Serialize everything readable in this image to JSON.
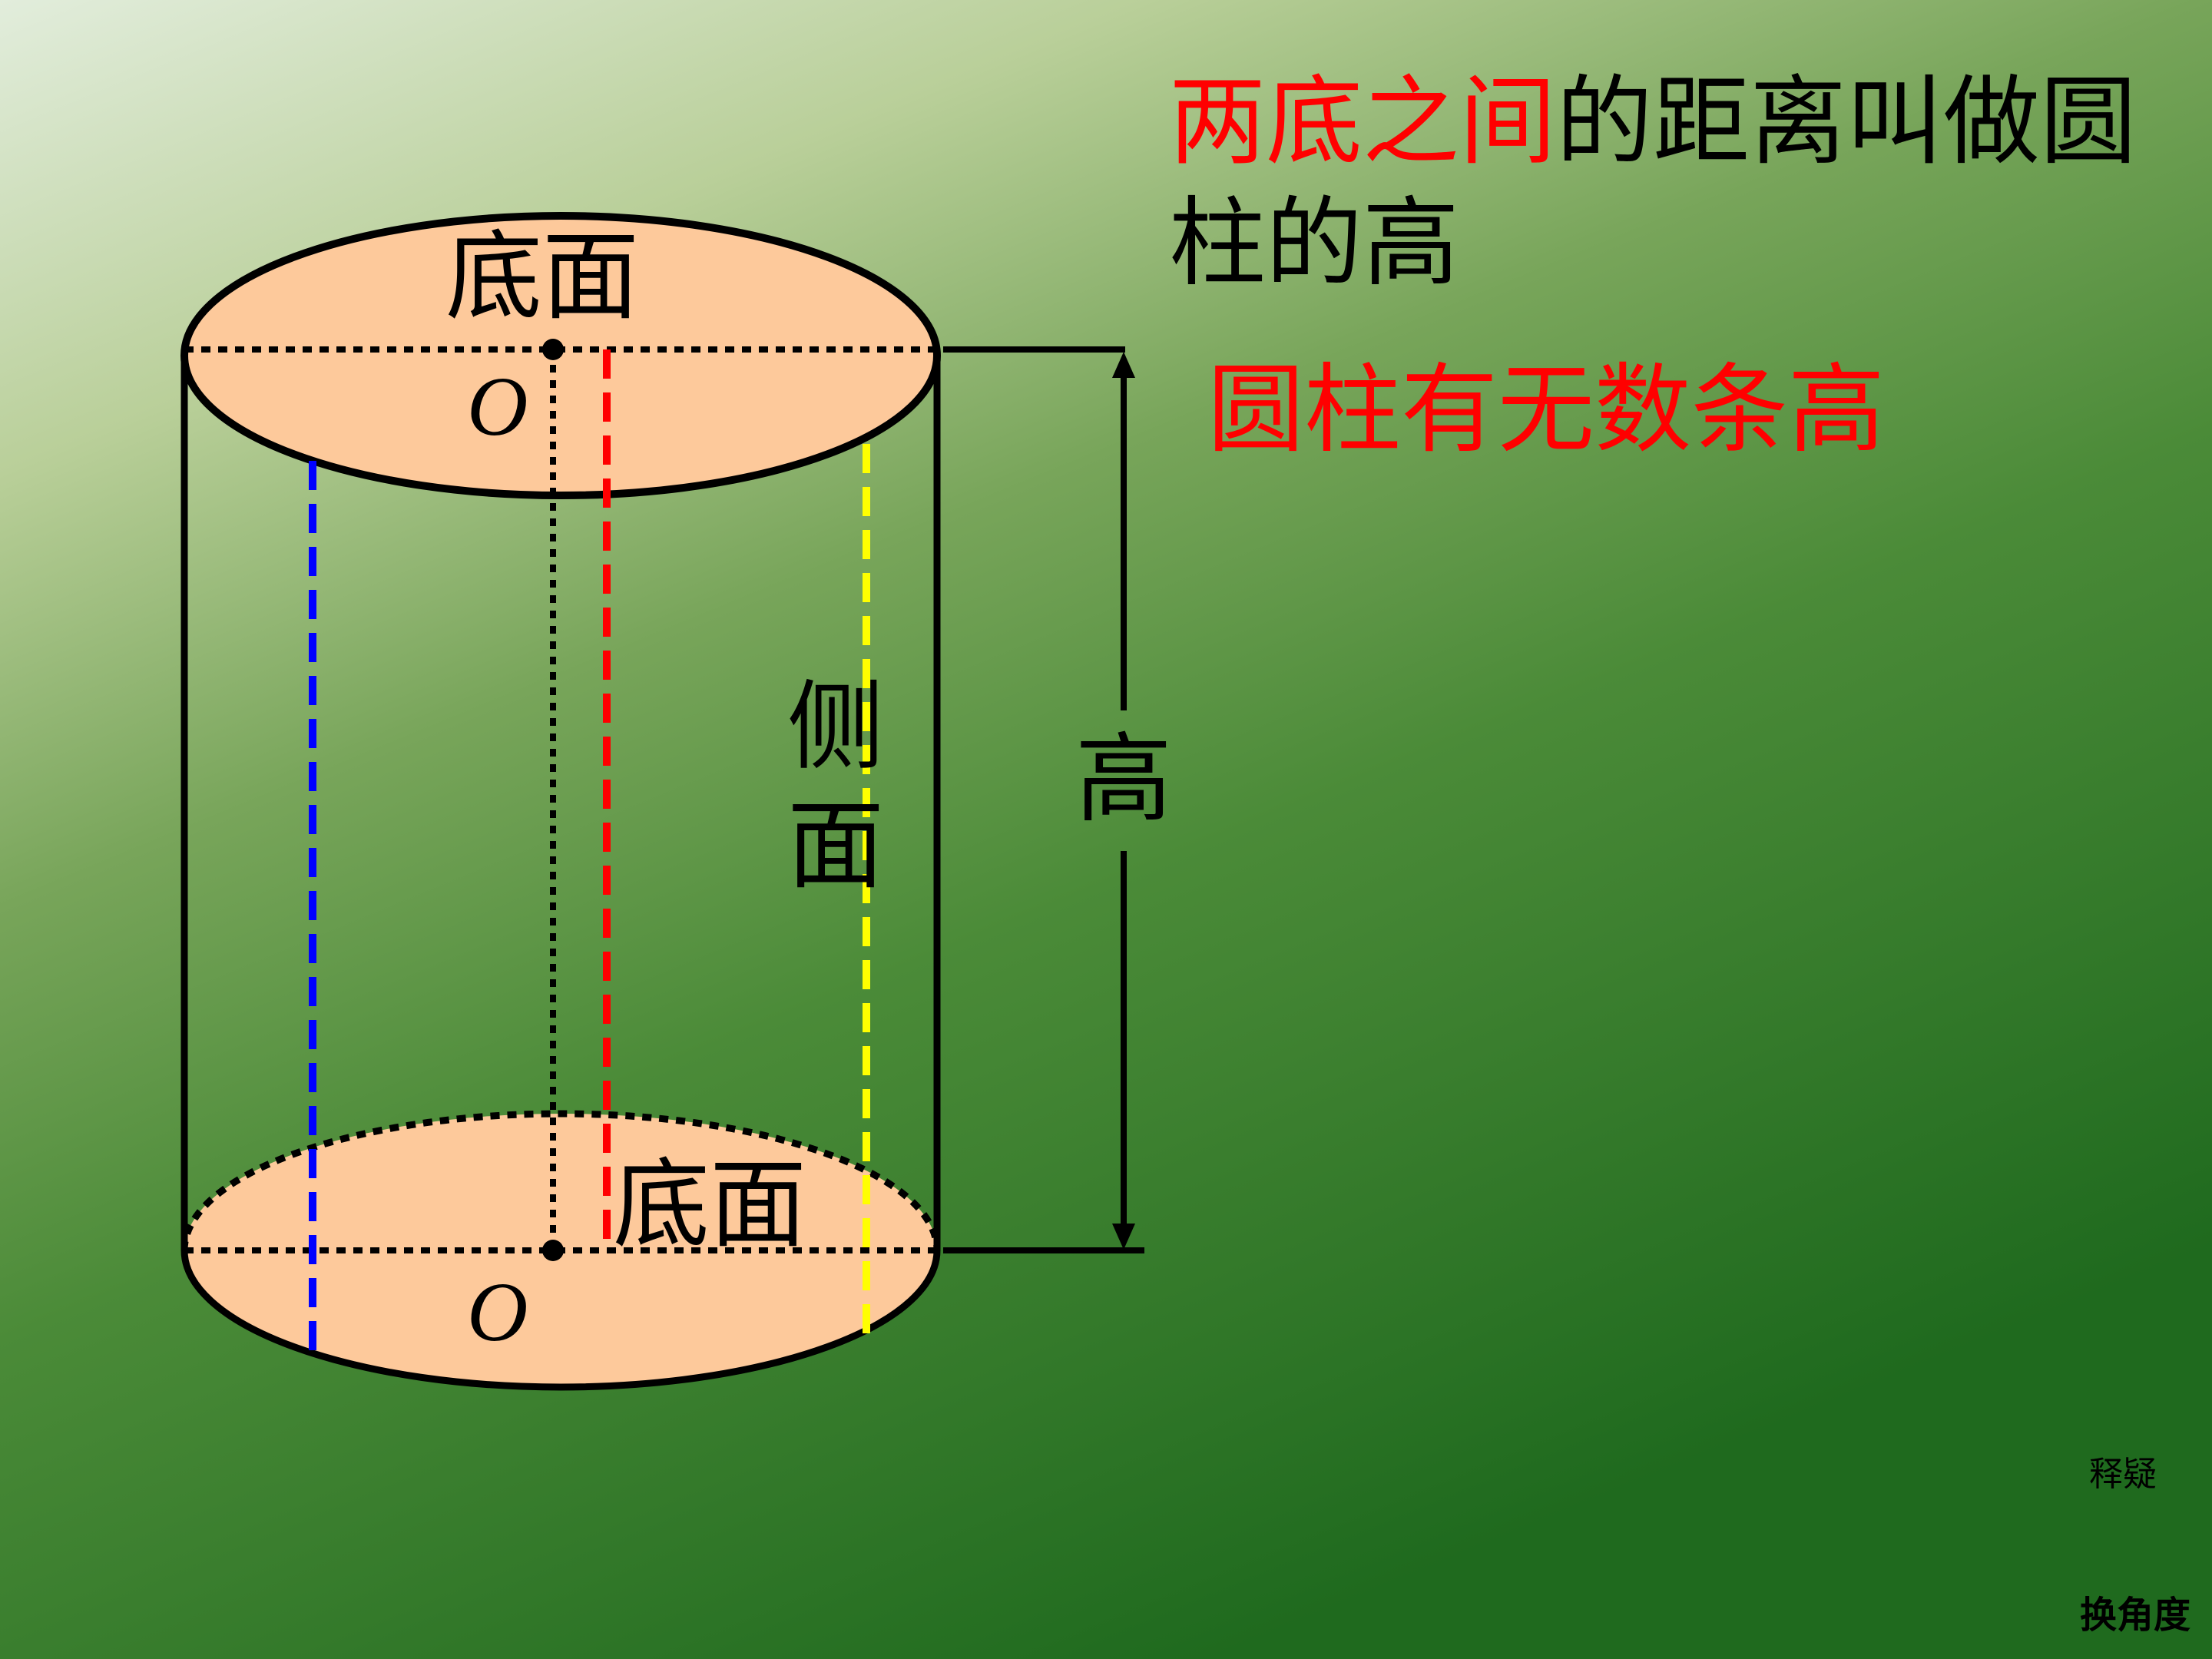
{
  "diagram": {
    "top_base_label": "底面",
    "bottom_base_label": "底面",
    "center_top_label": "O",
    "center_bottom_label": "O",
    "lateral_label_line1": "侧",
    "lateral_label_line2": "面",
    "height_label": "高"
  },
  "text": {
    "definition_highlight": "两底之间",
    "definition_rest": "的距离叫做圆柱的高",
    "infinite_heights": "圆柱有无数条高"
  },
  "buttons": {
    "explain": "释疑",
    "change_angle": "换角度"
  },
  "colors": {
    "base_fill": "#fdc99b",
    "highlight_red": "#ff0000",
    "height_line_red": "#ff0000",
    "height_line_blue": "#0000ff",
    "height_line_yellow": "#ffff00",
    "outline": "#000000"
  }
}
